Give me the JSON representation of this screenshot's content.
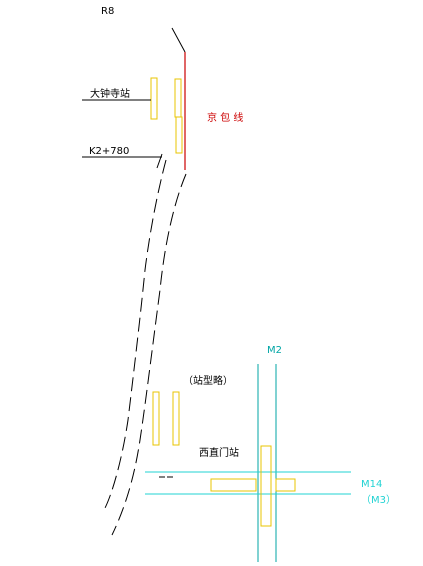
{
  "labels": {
    "r8": "R8",
    "dazhongsi": "大钟寺站",
    "k2_780": "K2+780",
    "jingbao": "京 包 线",
    "m2": "M2",
    "zhanxing": "（站型略）",
    "xizhimen": "西直门站",
    "m14": "M14",
    "m3": "（M3）"
  },
  "colors": {
    "black": "#000000",
    "red": "#cc0000",
    "yellow": "#e8c400",
    "teal": "#00a6a6",
    "cyan": "#22d3d3",
    "background": "#ffffff"
  }
}
